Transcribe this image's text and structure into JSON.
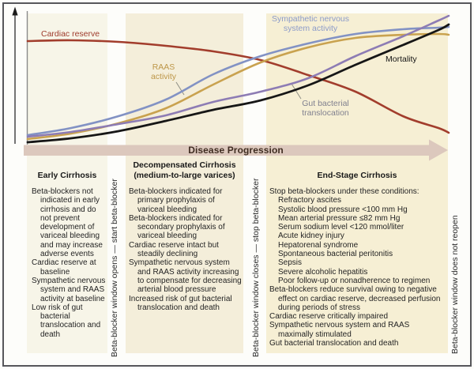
{
  "colors": {
    "frame": "#57575b",
    "band1": "#f7f5e8",
    "band2": "#f4eeda",
    "band3": "#f6efd4",
    "dp_band": "#dcc8bd",
    "axis_black": "#1b1b1b",
    "axis_gray": "#8b8b8b",
    "leader": "#8f8f85"
  },
  "chart_data": {
    "type": "line",
    "title": "",
    "xlabel": "Disease Progression",
    "ylabel": "",
    "x_axis_note": "qualitative progression, no tick labels; horizontal arrow band",
    "y_axis_note": "qualitative magnitude, unlabeled vertical arrow",
    "grid": false,
    "legend_position": "inline-labels",
    "series": [
      {
        "name": "Cardiac reserve",
        "color": "#a23d2c",
        "width": 2.6,
        "points": [
          [
            35,
            52
          ],
          [
            90,
            51
          ],
          [
            150,
            53
          ],
          [
            210,
            58
          ],
          [
            270,
            65
          ],
          [
            330,
            76
          ],
          [
            390,
            95
          ],
          [
            450,
            116
          ],
          [
            510,
            147
          ],
          [
            555,
            162
          ],
          [
            568,
            168
          ]
        ]
      },
      {
        "name": "Sympathetic nervous system activity",
        "color": "#8292c4",
        "width": 2.6,
        "points": [
          [
            35,
            171
          ],
          [
            90,
            162
          ],
          [
            150,
            147
          ],
          [
            210,
            126
          ],
          [
            270,
            94
          ],
          [
            330,
            71
          ],
          [
            390,
            55
          ],
          [
            450,
            43
          ],
          [
            510,
            37
          ],
          [
            555,
            35
          ],
          [
            568,
            34
          ]
        ]
      },
      {
        "name": "RAAS activity",
        "color": "#c9a24f",
        "width": 2.6,
        "points": [
          [
            35,
            176
          ],
          [
            90,
            169
          ],
          [
            150,
            156
          ],
          [
            210,
            137
          ],
          [
            270,
            107
          ],
          [
            330,
            79
          ],
          [
            390,
            60
          ],
          [
            450,
            48
          ],
          [
            510,
            44
          ],
          [
            555,
            43
          ],
          [
            568,
            44
          ]
        ]
      },
      {
        "name": "Gut bacterial translocation",
        "color": "#8d7cb4",
        "width": 2.6,
        "points": [
          [
            35,
            173
          ],
          [
            90,
            167
          ],
          [
            150,
            157
          ],
          [
            210,
            146
          ],
          [
            270,
            129
          ],
          [
            330,
            116
          ],
          [
            390,
            99
          ],
          [
            450,
            71
          ],
          [
            510,
            46
          ],
          [
            555,
            26
          ],
          [
            568,
            20
          ]
        ]
      },
      {
        "name": "Mortality",
        "color": "#161616",
        "width": 2.8,
        "points": [
          [
            35,
            180
          ],
          [
            90,
            175
          ],
          [
            150,
            166
          ],
          [
            210,
            153
          ],
          [
            270,
            139
          ],
          [
            330,
            127
          ],
          [
            390,
            108
          ],
          [
            450,
            82
          ],
          [
            510,
            57
          ],
          [
            555,
            38
          ],
          [
            568,
            31
          ]
        ]
      }
    ],
    "leaders": [
      {
        "from": [
          223,
          104
        ],
        "to": [
          233,
          120
        ]
      },
      {
        "from": [
          369,
          106
        ],
        "to": [
          381,
          125
        ]
      }
    ]
  },
  "curve_labels": {
    "cardiac": "Cardiac reserve",
    "raas": "RAAS\nactivity",
    "sympathetic": "Sympathetic nervous\nsystem activity",
    "mortality": "Mortality",
    "gut": "Gut bacterial\ntranslocation"
  },
  "progression_arrow_label": "Disease Progression",
  "columns": [
    {
      "header": "Early Cirrhosis",
      "items": [
        {
          "t": "Beta-blockers not indicated in early cirrhosis and do not prevent development of variceal bleeding and may increase adverse events",
          "i": 0
        },
        {
          "t": "Cardiac reserve at baseline",
          "i": 0
        },
        {
          "t": "Sympathetic nervous system and RAAS activity at baseline",
          "i": 0
        },
        {
          "t": "Low risk of gut bacterial translocation and death",
          "i": 0
        }
      ]
    },
    {
      "header": "Decompensated Cirrhosis\n(medium-to-large varices)",
      "items": [
        {
          "t": "Beta-blockers indicated for primary prophylaxis of variceal bleeding",
          "i": 0
        },
        {
          "t": "Beta-blockers indicated for secondary prophylaxis of variceal bleeding",
          "i": 0
        },
        {
          "t": "Cardiac reserve intact but steadily declining",
          "i": 0
        },
        {
          "t": "Sympathetic nervous system and RAAS activity increasing to compensate for decreasing arterial blood pressure",
          "i": 0
        },
        {
          "t": "Increased risk of gut bacterial translocation and death",
          "i": 0
        }
      ]
    },
    {
      "header": "End-Stage Cirrhosis",
      "items": [
        {
          "t": "Stop beta-blockers under these conditions:",
          "i": 0
        },
        {
          "t": "Refractory ascites",
          "i": 1
        },
        {
          "t": "Systolic blood pressure <100 mm Hg",
          "i": 1
        },
        {
          "t": "Mean arterial pressure ≤82 mm Hg",
          "i": 1
        },
        {
          "t": "Serum sodium level <120 mmol/liter",
          "i": 1
        },
        {
          "t": "Acute kidney injury",
          "i": 1
        },
        {
          "t": "Hepatorenal syndrome",
          "i": 1
        },
        {
          "t": "Spontaneous bacterial peritonitis",
          "i": 1
        },
        {
          "t": "Sepsis",
          "i": 1
        },
        {
          "t": "Severe alcoholic hepatitis",
          "i": 1
        },
        {
          "t": "Poor follow-up or nonadherence to regimen",
          "i": 1
        },
        {
          "t": "Beta-blockers reduce survival owing to negative effect on cardiac reserve, decreased perfusion during periods of stress",
          "i": 0
        },
        {
          "t": "Cardiac reserve critically impaired",
          "i": 0
        },
        {
          "t": "Sympathetic nervous system and RAAS maximally stimulated",
          "i": 0
        },
        {
          "t": "Gut bacterial translocation and death",
          "i": 0
        }
      ]
    }
  ],
  "vertical_labels": {
    "window_opens": "Beta-blocker window opens — start beta-blocker",
    "window_closes": "Beta-blocker window closes — stop beta-blocker",
    "window_no_reopen": "Beta-blocker window does not reopen"
  }
}
